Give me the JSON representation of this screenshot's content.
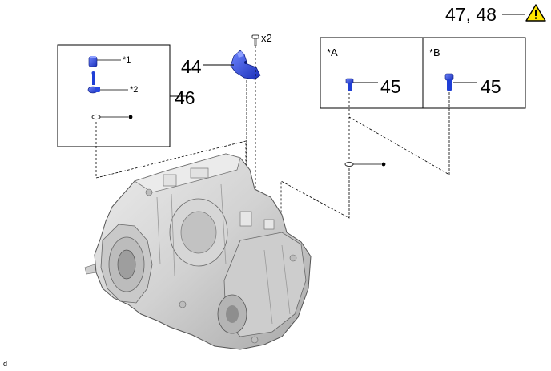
{
  "labels": {
    "ref_47_48": "47, 48",
    "part_44": "44",
    "qty_x2": "x2",
    "part_46": "46",
    "star1": "*1",
    "star2": "*2",
    "view_a": "*A",
    "view_b": "*B",
    "part_45_a": "45",
    "part_45_b": "45",
    "corner_mark": "d"
  },
  "icons": {
    "warning": "warning-triangle-icon"
  },
  "colors": {
    "part_blue": "#1f3fd6",
    "warning_fill": "#ffe600",
    "transmission_gray": "#d8d8d8"
  }
}
